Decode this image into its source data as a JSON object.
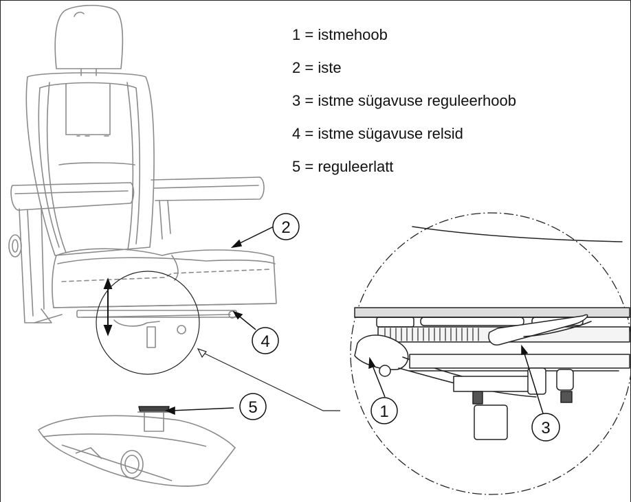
{
  "legend": [
    {
      "number": "1",
      "separator": "=",
      "text": "istmehoob"
    },
    {
      "number": "2",
      "separator": "=",
      "text": "iste"
    },
    {
      "number": "3",
      "separator": "=",
      "text": "istme sügavuse reguleerhoob"
    },
    {
      "number": "4",
      "separator": "=",
      "text": "istme sügavuse relsid"
    },
    {
      "number": "5",
      "separator": "=",
      "text": "reguleerlatt"
    }
  ],
  "callouts": {
    "c1": "1",
    "c2": "2",
    "c3": "3",
    "c4": "4",
    "c5": "5"
  },
  "colors": {
    "line": "#8a8a8a",
    "dark_line": "#222222",
    "background": "#ffffff"
  }
}
